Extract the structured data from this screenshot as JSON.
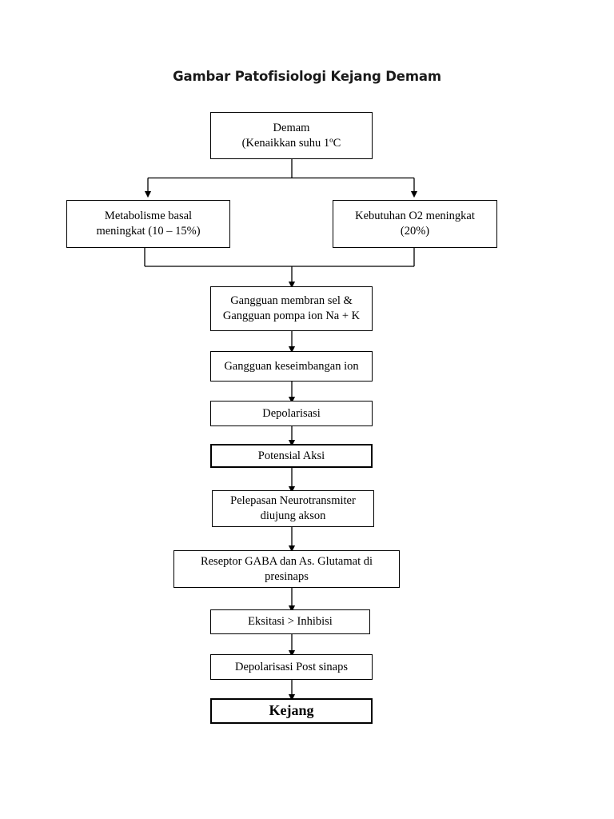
{
  "document": {
    "title": "Gambar Patofisiologi Kejang Demam",
    "background_color": "#ffffff",
    "stroke_color": "#000000"
  },
  "chart_data": {
    "type": "diagram",
    "diagram_kind": "flowchart",
    "title": "Gambar Patofisiologi Kejang Demam",
    "orientation": "top-to-bottom",
    "nodes": [
      {
        "id": "n1",
        "label": "Demam\n(Kenaikkan suhu 1ºC",
        "shape": "rect",
        "border": "thin"
      },
      {
        "id": "n2",
        "label": "Metabolisme basal\nmeningkat (10 – 15%)",
        "shape": "rect",
        "border": "thin"
      },
      {
        "id": "n3",
        "label": "Kebutuhan O2 meningkat\n(20%)",
        "shape": "rect",
        "border": "thin"
      },
      {
        "id": "n4",
        "label": "Gangguan membran sel &\nGangguan pompa ion Na + K",
        "shape": "rect",
        "border": "thin"
      },
      {
        "id": "n5",
        "label": "Gangguan keseimbangan ion",
        "shape": "rect",
        "border": "thin"
      },
      {
        "id": "n6",
        "label": "Depolarisasi",
        "shape": "rect",
        "border": "thin"
      },
      {
        "id": "n7",
        "label": "Potensial Aksi",
        "shape": "rect",
        "border": "thick"
      },
      {
        "id": "n8",
        "label": "Pelepasan Neurotransmiter\ndiujung akson",
        "shape": "rect",
        "border": "thin"
      },
      {
        "id": "n9",
        "label": "Reseptor GABA dan As. Glutamat di\npresinaps",
        "shape": "rect",
        "border": "thin"
      },
      {
        "id": "n10",
        "label": "Eksitasi > Inhibisi",
        "shape": "rect",
        "border": "thin"
      },
      {
        "id": "n11",
        "label": "Depolarisasi Post sinaps",
        "shape": "rect",
        "border": "thin"
      },
      {
        "id": "n12",
        "label": "Kejang",
        "shape": "rect",
        "border": "thick",
        "emphasis": true
      }
    ],
    "edges": [
      {
        "from": "n1",
        "to": "n2",
        "style": "split-branch",
        "arrow": true
      },
      {
        "from": "n1",
        "to": "n3",
        "style": "split-branch",
        "arrow": true
      },
      {
        "from": "n2",
        "to": "n4",
        "style": "merge-branch",
        "arrow": true
      },
      {
        "from": "n3",
        "to": "n4",
        "style": "merge-branch",
        "arrow": true
      },
      {
        "from": "n4",
        "to": "n5",
        "style": "straight",
        "arrow": true
      },
      {
        "from": "n5",
        "to": "n6",
        "style": "straight",
        "arrow": true
      },
      {
        "from": "n6",
        "to": "n7",
        "style": "straight",
        "arrow": true
      },
      {
        "from": "n7",
        "to": "n8",
        "style": "straight",
        "arrow": true
      },
      {
        "from": "n8",
        "to": "n9",
        "style": "straight",
        "arrow": true
      },
      {
        "from": "n9",
        "to": "n10",
        "style": "straight",
        "arrow": true
      },
      {
        "from": "n10",
        "to": "n11",
        "style": "straight",
        "arrow": true
      },
      {
        "from": "n11",
        "to": "n12",
        "style": "straight",
        "arrow": true
      }
    ]
  }
}
